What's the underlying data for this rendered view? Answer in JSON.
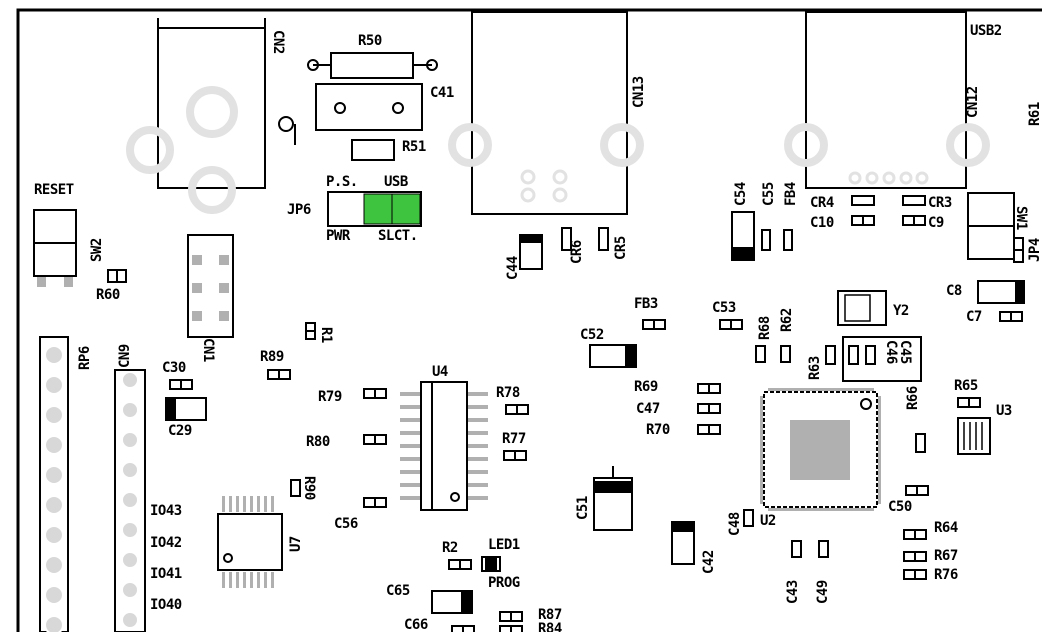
{
  "colors": {
    "silkscreen": "#000000",
    "pad": "#b0b0b0",
    "hole": "#e4e4e4",
    "jumper_highlight": "#3fc43f",
    "background": "#ffffff"
  },
  "labels": {
    "cn2": "CN2",
    "r50": "R50",
    "c41": "C41",
    "r51": "R51",
    "jp6": "JP6",
    "ps": "P.S.",
    "usb": "USB",
    "pwr": "PWR",
    "slct": "SLCT.",
    "cn13": "CN13",
    "usb2": "USB2",
    "cn12": "CN12",
    "r61": "R61",
    "reset": "RESET",
    "sw2": "SW2",
    "r60": "R60",
    "c44": "C44",
    "cr6": "CR6",
    "cr5": "CR5",
    "c54": "C54",
    "c55": "C55",
    "fb4": "FB4",
    "cr4": "CR4",
    "cr3": "CR3",
    "c10": "C10",
    "c9": "C9",
    "sw1": "SW1",
    "jp4": "JP4",
    "c8": "C8",
    "c7": "C7",
    "rp6": "RP6",
    "cn9": "CN9",
    "cn1": "CN1",
    "r1": "R1",
    "r89": "R89",
    "c30": "C30",
    "c29": "C29",
    "u4": "U4",
    "r79": "R79",
    "r78": "R78",
    "r80": "R80",
    "r77": "R77",
    "fb3": "FB3",
    "c53": "C53",
    "r68": "R68",
    "r62": "R62",
    "y2": "Y2",
    "c52": "C52",
    "r63": "R63",
    "c46": "C46",
    "c45": "C45",
    "r69": "R69",
    "c47": "C47",
    "r70": "R70",
    "r66": "R66",
    "r65": "R65",
    "u3": "U3",
    "io43": "IO43",
    "io42": "IO42",
    "io41": "IO41",
    "io40": "IO40",
    "r90": "R90",
    "u7": "U7",
    "c56": "C56",
    "c51": "C51",
    "c48": "C48",
    "u2": "U2",
    "c42": "C42",
    "c50": "C50",
    "r64": "R64",
    "r67": "R67",
    "r76": "R76",
    "r2": "R2",
    "led1": "LED1",
    "prog": "PROG",
    "c65": "C65",
    "c66": "C66",
    "r87": "R87",
    "r84": "R84",
    "c43": "C43",
    "c49": "C49"
  }
}
